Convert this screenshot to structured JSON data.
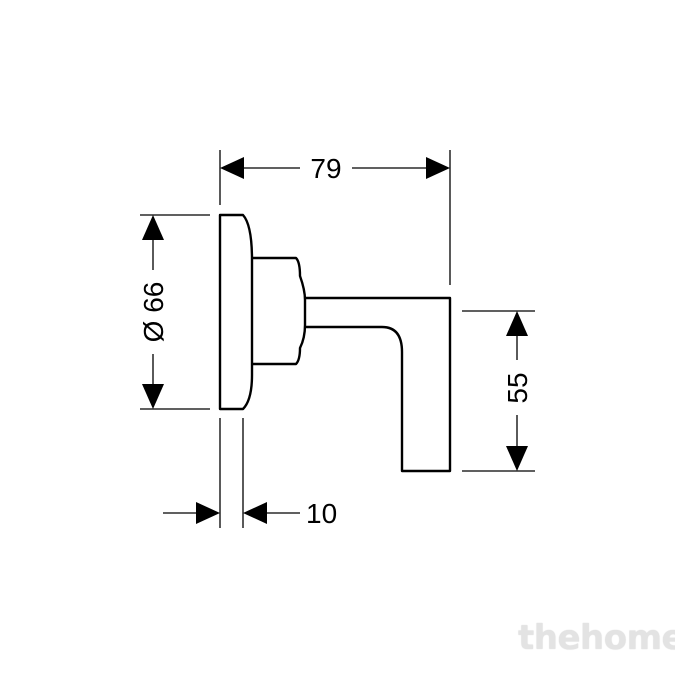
{
  "dimensions": {
    "width_label": "79",
    "diameter_label": "Ø 66",
    "height_label": "55",
    "thickness_label": "10"
  },
  "watermark": {
    "text": "thehome"
  },
  "colors": {
    "line": "#000000",
    "background": "#ffffff",
    "watermark": "#e3e3e3"
  }
}
